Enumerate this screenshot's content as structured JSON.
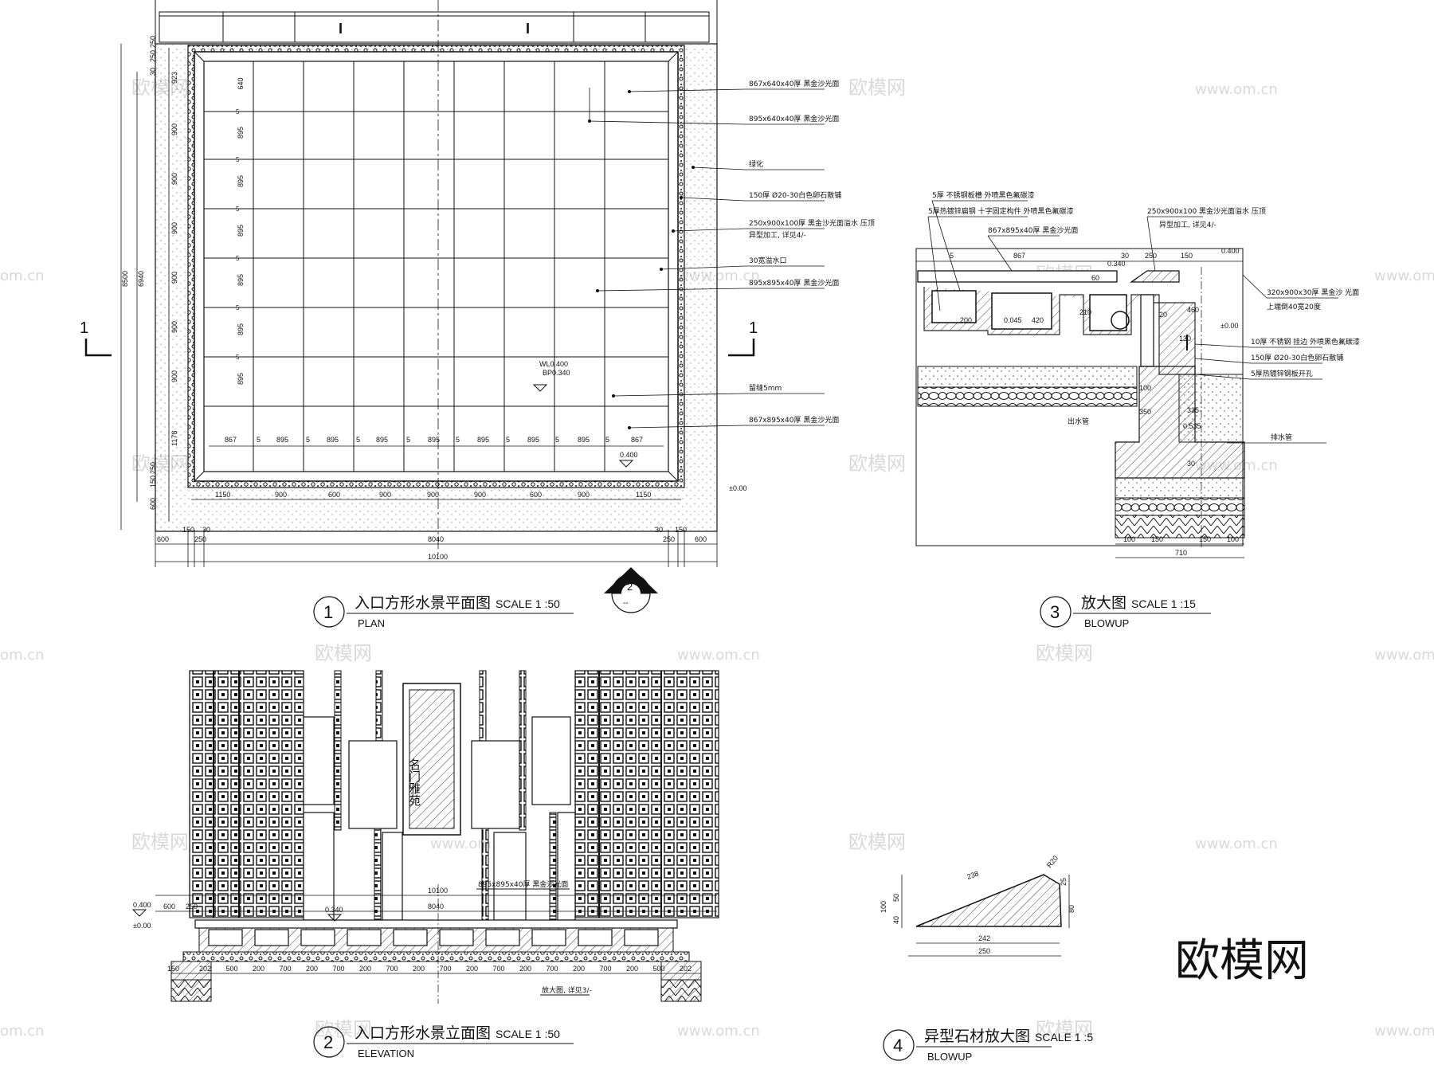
{
  "titles": {
    "plan": {
      "num": "1",
      "cn": "入口方形水景平面图",
      "scale": "SCALE 1 :50",
      "en": "PLAN"
    },
    "elevation": {
      "num": "2",
      "cn": "入口方形水景立面图",
      "scale": "SCALE 1 :50",
      "en": "ELEVATION"
    },
    "blowup3": {
      "num": "3",
      "cn": "放大图",
      "scale": "SCALE 1 :15",
      "en": "BLOWUP"
    },
    "blowup4": {
      "num": "4",
      "cn": "异型石材放大图",
      "scale": "SCALE 1 :5",
      "en": "BLOWUP"
    }
  },
  "section_marks": {
    "left": "1",
    "right": "1",
    "elev_ref_top": "2",
    "elev_ref_bottom": "--"
  },
  "plan": {
    "notes": [
      "867x640x40厚 黑金沙光面",
      "895x640x40厚 黑金沙光面",
      "绿化",
      "150厚 Ø20-30白色卵石散铺",
      "250x900x100厚 黑金沙光面溢水 压顶",
      "异型加工, 详见4/-",
      "30宽溢水口",
      "895x895x40厚 黑金沙光面",
      "留缝5mm",
      "867x895x40厚 黑金沙光面"
    ],
    "level_wl": "WL0.400",
    "level_bp": "BP0.340",
    "level_top": "0.400",
    "level_zero": "±0.00",
    "row_dims": [
      "640",
      "895",
      "895",
      "895",
      "895",
      "895",
      "895"
    ],
    "joint": "5",
    "left_dims": [
      "923",
      "900",
      "900",
      "900",
      "900",
      "900",
      "900",
      "1178"
    ],
    "outer_left": [
      "30",
      "250",
      "250",
      "6940",
      "8500",
      "150",
      "250",
      "600"
    ],
    "col_dims": [
      "867",
      "5",
      "895",
      "5",
      "895",
      "5",
      "895",
      "5",
      "895",
      "5",
      "895",
      "5",
      "895",
      "5",
      "895",
      "5",
      "867"
    ],
    "bottom_dims_1": [
      "1150",
      "900",
      "600",
      "900",
      "900",
      "900",
      "600",
      "900",
      "1150"
    ],
    "bottom_dims_2": [
      "600",
      "150",
      "250",
      "30",
      "8040",
      "30",
      "250",
      "150",
      "600"
    ],
    "overall": "10100"
  },
  "blowup3": {
    "notes": [
      "5厚 不锈钢板槽 外喷黑色氟碳漆",
      "5厚热镀锌扁钢 十字固定构件 外喷黑色氟碳漆",
      "867x895x40厚 黑金沙光面",
      "250x900x100 黑金沙光面溢水 压顶",
      "异型加工, 详见4/-",
      "320x900x30厚 黑金沙 光面",
      "上端倒40宽20度",
      "10厚 不锈钢 挂边 外喷黑色氟碳漆",
      "150厚 Ø20-30白色卵石散铺",
      "5厚热镀锌钢板开孔",
      "出水管",
      "排水管"
    ],
    "dims_top": [
      "5",
      "867",
      "30",
      "250",
      "150"
    ],
    "dims_mid": [
      "60",
      "200",
      "0.045",
      "420",
      "210",
      "460",
      "0.340",
      "0.400",
      "±0.00",
      "20",
      "130",
      "335",
      "0.535",
      "100",
      "350",
      "30"
    ],
    "dims_bottom": [
      "100",
      "150",
      "150",
      "100",
      "710"
    ]
  },
  "elevation": {
    "note": "895x895x40厚 黑金沙光面",
    "levels": [
      "0.400",
      "±0.00",
      "0.340"
    ],
    "dims_top": [
      "10100",
      "8040",
      "600",
      "250"
    ],
    "dims_bottom": [
      "150",
      "202",
      "500",
      "200",
      "700",
      "200",
      "700",
      "200",
      "700",
      "200",
      "700",
      "200",
      "700",
      "200",
      "700",
      "200",
      "700",
      "200",
      "500",
      "202"
    ],
    "detail_ref": "放大图, 详见3/-",
    "sign_text": "名门雅苑"
  },
  "blowup4": {
    "dims": [
      "238",
      "R20",
      "50",
      "100",
      "40",
      "80",
      "242",
      "250",
      "25"
    ]
  },
  "watermark": {
    "logo": "欧模网",
    "url": "www.om.cn",
    "url_cut": "om.cn"
  }
}
